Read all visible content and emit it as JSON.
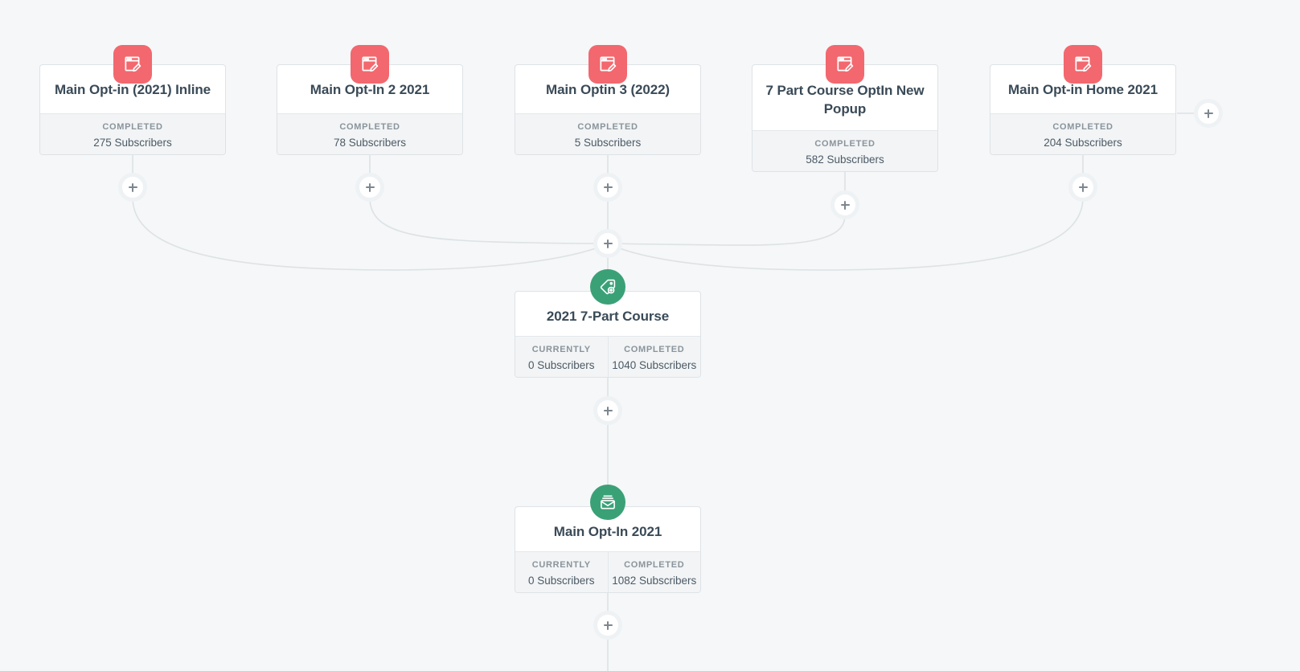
{
  "theme": {
    "background": "#f5f7f8",
    "card_bg": "#ffffff",
    "card_border": "#dfe3e6",
    "footer_bg": "#f2f4f5",
    "form_icon_bg": "#f2686e",
    "action_icon_bg": "#3aa177",
    "wire_color": "#dde2e5",
    "title_color": "#3a4a57",
    "label_color": "#8a949c"
  },
  "flow": {
    "source_cards": [
      {
        "title": "Main Opt-in (2021) Inline",
        "icon": "form-edit-icon",
        "stats": [
          {
            "label": "COMPLETED",
            "value": "275 Subscribers"
          }
        ]
      },
      {
        "title": "Main Opt-In 2 2021",
        "icon": "form-edit-icon",
        "stats": [
          {
            "label": "COMPLETED",
            "value": "78 Subscribers"
          }
        ]
      },
      {
        "title": "Main Optin 3 (2022)",
        "icon": "form-edit-icon",
        "stats": [
          {
            "label": "COMPLETED",
            "value": "5 Subscribers"
          }
        ]
      },
      {
        "title": "7 Part Course OptIn New Popup",
        "icon": "form-edit-icon",
        "stats": [
          {
            "label": "COMPLETED",
            "value": "582 Subscribers"
          }
        ]
      },
      {
        "title": "Main Opt-in Home 2021",
        "icon": "form-edit-icon",
        "stats": [
          {
            "label": "COMPLETED",
            "value": "204 Subscribers"
          }
        ]
      }
    ],
    "sequence_cards": [
      {
        "title": "2021 7-Part Course",
        "icon": "tag-add-icon",
        "stats": [
          {
            "label": "CURRENTLY",
            "value": "0 Subscribers"
          },
          {
            "label": "COMPLETED",
            "value": "1040 Subscribers"
          }
        ]
      },
      {
        "title": "Main Opt-In 2021",
        "icon": "email-sequence-icon",
        "stats": [
          {
            "label": "CURRENTLY",
            "value": "0 Subscribers"
          },
          {
            "label": "COMPLETED",
            "value": "1082 Subscribers"
          }
        ]
      }
    ],
    "add_buttons": [
      {
        "name": "add-step-under-card-1"
      },
      {
        "name": "add-step-under-card-2"
      },
      {
        "name": "add-step-under-card-3"
      },
      {
        "name": "add-step-under-card-4"
      },
      {
        "name": "add-step-under-card-5"
      },
      {
        "name": "add-step-right-of-card-5"
      },
      {
        "name": "add-step-merge-point"
      },
      {
        "name": "add-step-under-course-sequence"
      },
      {
        "name": "add-step-under-main-optin"
      }
    ]
  }
}
